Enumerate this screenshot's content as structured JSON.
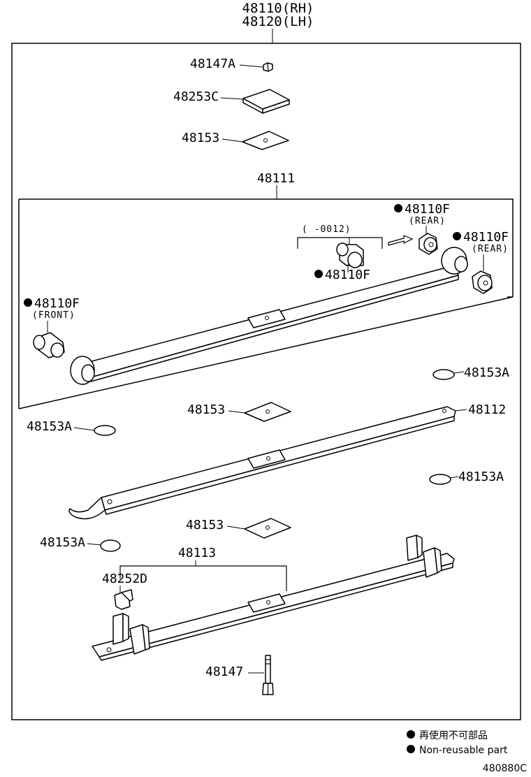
{
  "header": {
    "line1": "48110(RH)",
    "line2": "48120(LH)"
  },
  "parts": {
    "p48147A": "48147A",
    "p48253C": "48253C",
    "p48153_top": "48153",
    "p48111": "48111",
    "range_note": "(     -0012)",
    "p48110F_top": "48110F",
    "rear_top": "(REAR)",
    "p48110F_right": "48110F",
    "rear_right": "(REAR)",
    "p48110F_mid": "48110F",
    "p48110F_left": "48110F",
    "front": "(FRONT)",
    "p48153A_r1": "48153A",
    "p48153_mid": "48153",
    "p48112": "48112",
    "p48153A_l1": "48153A",
    "p48153A_r2": "48153A",
    "p48153_low": "48153",
    "p48153A_l2": "48153A",
    "p48113": "48113",
    "p48252D": "48252D",
    "p48147": "48147"
  },
  "legend": {
    "item1": "再使用不可部品",
    "item2": "Non-reusable part"
  },
  "diagram_code": "480880C"
}
